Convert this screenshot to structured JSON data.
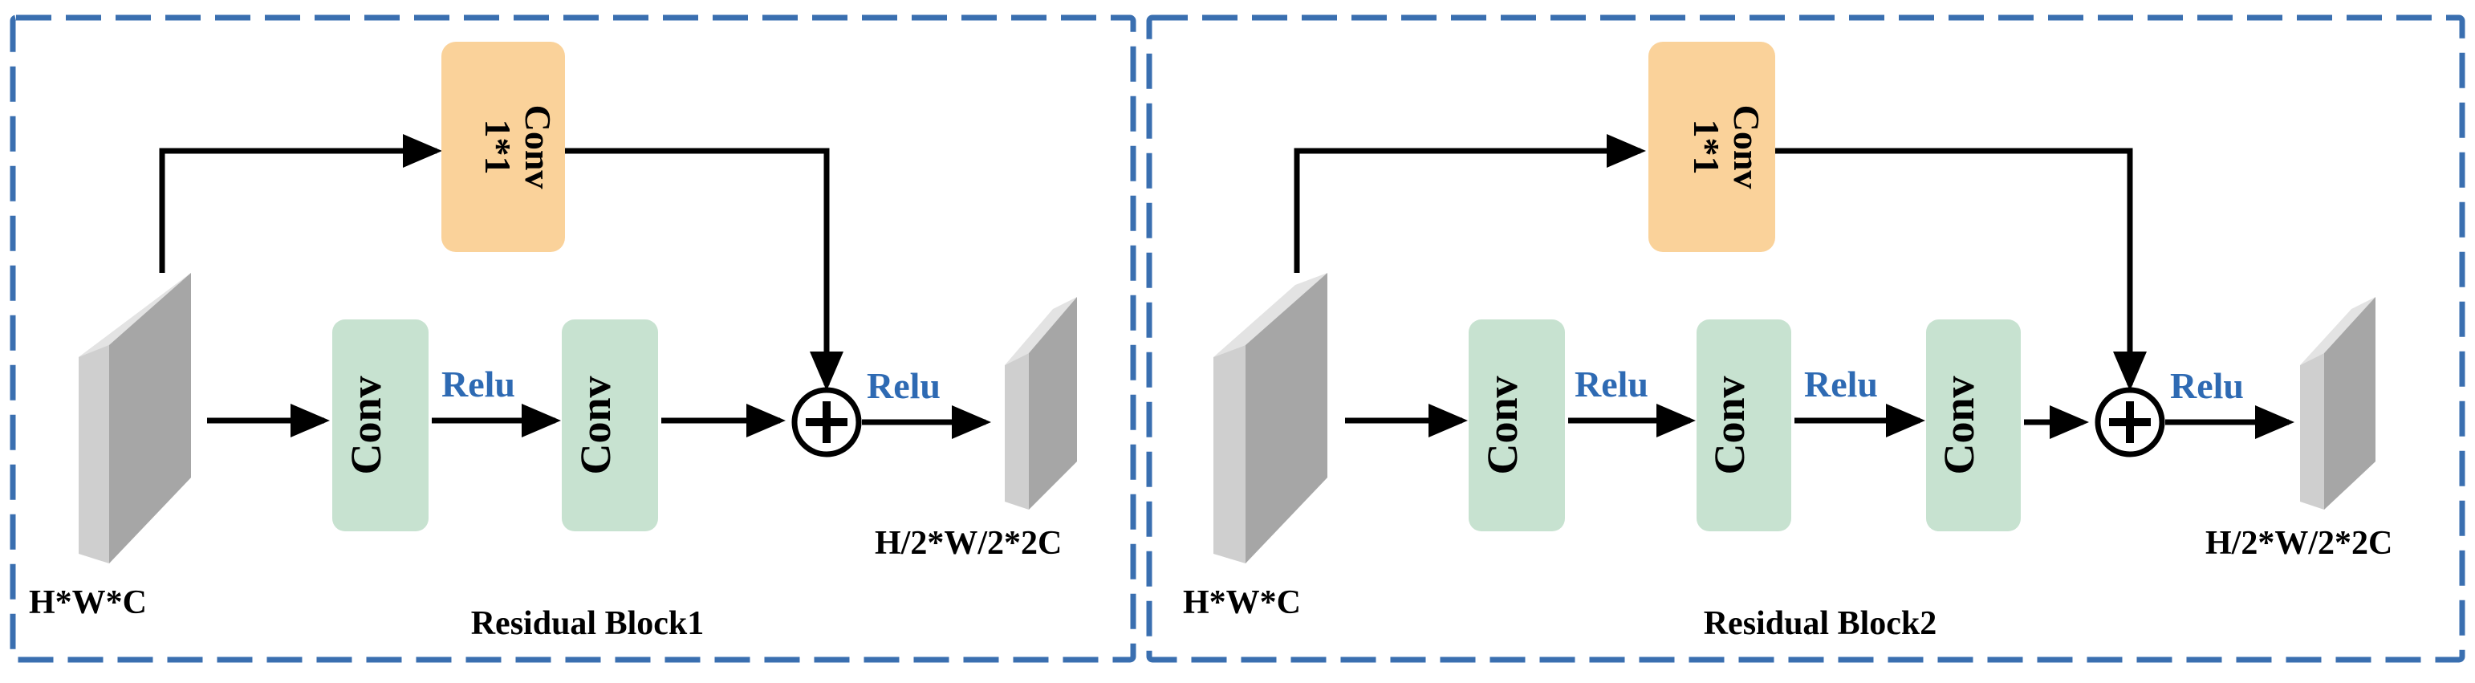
{
  "blocks": [
    {
      "title": "Residual Block1",
      "input_label": "H*W*C",
      "output_label": "H/2*W/2*2C",
      "shortcut": {
        "line1": "1*1",
        "line2": "Conv"
      },
      "conv_labels": [
        "Conv",
        "Conv"
      ],
      "relu_labels": [
        "Relu",
        "Relu"
      ]
    },
    {
      "title": "Residual Block2",
      "input_label": "H*W*C",
      "output_label": "H/2*W/2*2C",
      "shortcut": {
        "line1": "1*1",
        "line2": "Conv"
      },
      "conv_labels": [
        "Conv",
        "Conv",
        "Conv"
      ],
      "relu_labels": [
        "Relu",
        "Relu",
        "Relu"
      ]
    }
  ],
  "colors": {
    "border": "#3a6fb0",
    "conv_fill": "#c7e2d0",
    "shortcut_fill": "#fad29a",
    "relu_text": "#2e6ab3",
    "tensor_front": "#a6a6a6",
    "tensor_side": "#cfcfcf"
  }
}
